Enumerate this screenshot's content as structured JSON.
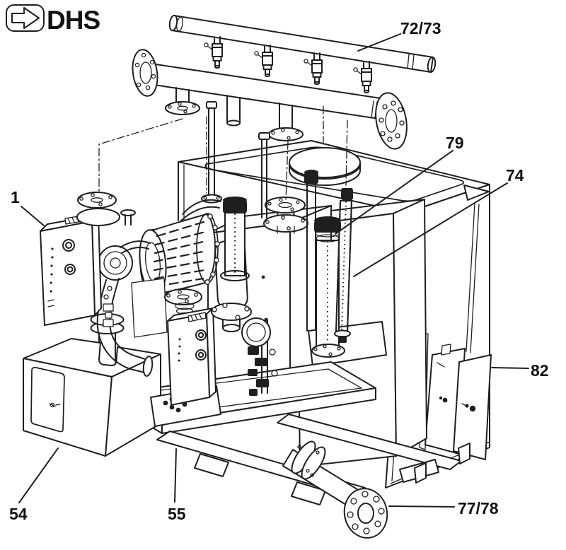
{
  "logo": {
    "brand": "DHS",
    "icon": "arrow-right-icon"
  },
  "figure_type": "exploded-parts-diagram",
  "colors": {
    "ink": "#1f1f1f",
    "background": "#ffffff"
  },
  "callouts": [
    {
      "label": "1"
    },
    {
      "label": "72/73"
    },
    {
      "label": "79"
    },
    {
      "label": "74"
    },
    {
      "label": "82"
    },
    {
      "label": "54"
    },
    {
      "label": "55"
    },
    {
      "label": "77/78"
    }
  ]
}
